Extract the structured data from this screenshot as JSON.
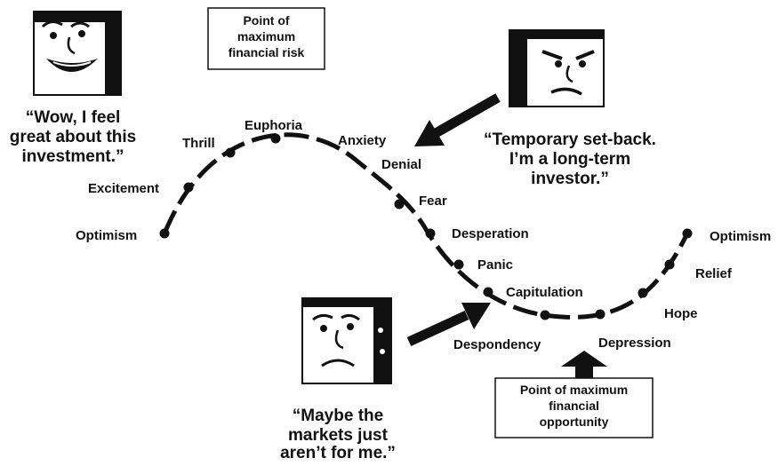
{
  "colors": {
    "ink": "#111111",
    "background": "#ffffff"
  },
  "cycle_stages": [
    {
      "label": "Optimism"
    },
    {
      "label": "Excitement"
    },
    {
      "label": "Thrill"
    },
    {
      "label": "Euphoria"
    },
    {
      "label": "Anxiety"
    },
    {
      "label": "Denial"
    },
    {
      "label": "Fear"
    },
    {
      "label": "Desperation"
    },
    {
      "label": "Panic"
    },
    {
      "label": "Capitulation"
    },
    {
      "label": "Despondency"
    },
    {
      "label": "Depression"
    },
    {
      "label": "Hope"
    },
    {
      "label": "Relief"
    },
    {
      "label": "Optimism"
    }
  ],
  "callouts": {
    "max_risk": {
      "lines": [
        "Point of",
        "maximum",
        "financial risk"
      ]
    },
    "max_opportunity": {
      "lines": [
        "Point of maximum",
        "financial",
        "opportunity"
      ]
    }
  },
  "quotes": {
    "happy": {
      "lines": [
        "“Wow, I feel",
        "great about this",
        "investment.”"
      ],
      "face_icon": "happy-face-icon"
    },
    "worried": {
      "lines": [
        "“Temporary set-back.",
        "I’m a long-term",
        "investor.”"
      ],
      "face_icon": "worried-face-icon"
    },
    "sad": {
      "lines": [
        "“Maybe the",
        "markets just",
        "aren’t for me.”"
      ],
      "face_icon": "sad-face-icon"
    }
  }
}
